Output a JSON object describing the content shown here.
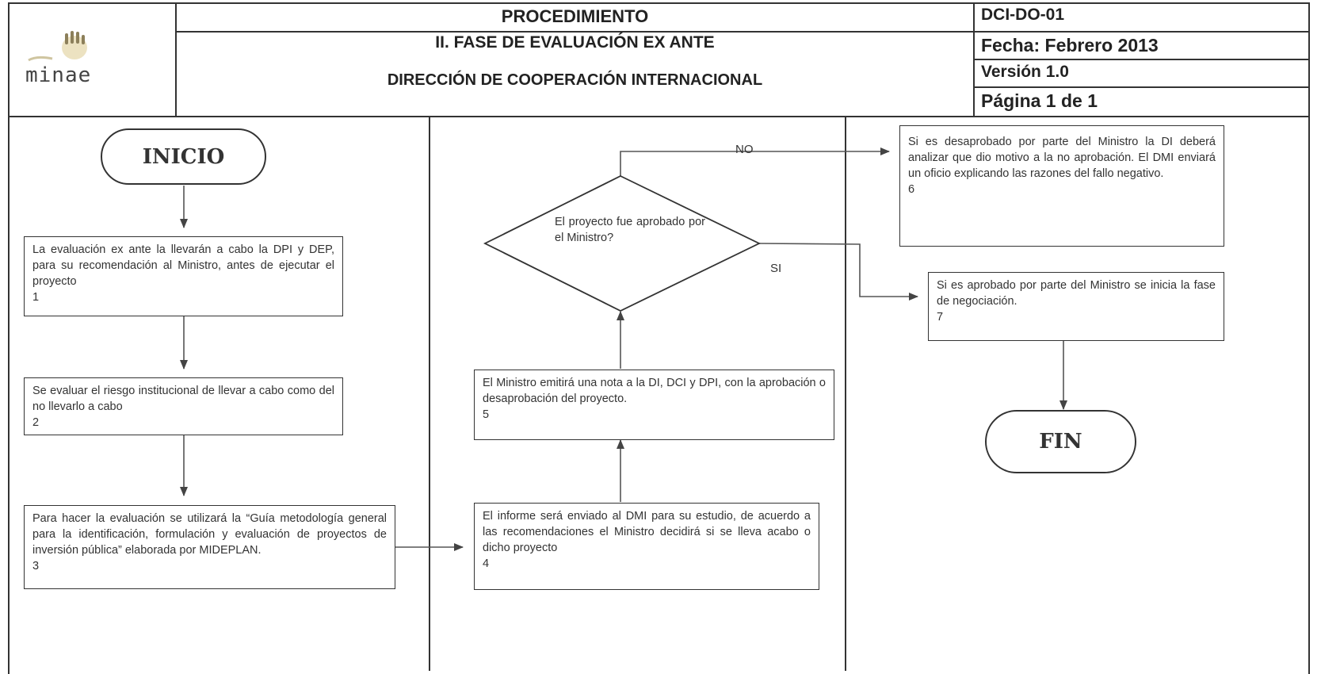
{
  "header": {
    "logo_text": "minae",
    "title": "PROCEDIMIENTO",
    "phase": "II. FASE DE EVALUACIÓN EX ANTE",
    "department": "DIRECCIÓN DE COOPERACIÓN INTERNACIONAL",
    "code": "DCI-DO-01",
    "date": "Fecha: Febrero  2013",
    "version": "Versión 1.0",
    "page": "Página  1  de 1"
  },
  "flow": {
    "start": "INICIO",
    "end": "FIN",
    "step1": {
      "text": "La  evaluación ex ante la llevarán a cabo la DPI y DEP, para su recomendación al Ministro, antes de ejecutar el proyecto",
      "num": "1"
    },
    "step2": {
      "text": "Se evaluar el riesgo institucional de llevar a cabo como del no llevarlo a cabo",
      "num": "2"
    },
    "step3": {
      "text": "Para hacer la evaluación se utilizará la “Guía metodología general para la identificación, formulación y evaluación de proyectos de inversión pública” elaborada por MIDEPLAN.",
      "num": "3"
    },
    "step4": {
      "text": "El informe será enviado al DMI para su estudio, de acuerdo a las recomendaciones el Ministro decidirá si se lleva acabo o dicho proyecto",
      "num": "4"
    },
    "step5": {
      "text": "El Ministro emitirá una nota a la DI, DCI y DPI, con la aprobación o desaprobación del proyecto.",
      "num": "5"
    },
    "decision": "El  proyecto  fue aprobado  por  el Ministro?",
    "label_no": "NO",
    "label_si": "SI",
    "step6": {
      "text": "Si es desaprobado por parte del Ministro la DI deberá analizar que dio motivo a la no aprobación. El DMI enviará un oficio explicando las razones del fallo negativo.",
      "num": "6"
    },
    "step7": {
      "text": "Si es aprobado por parte del Ministro se inicia la fase de negociación.",
      "num": "7"
    }
  }
}
